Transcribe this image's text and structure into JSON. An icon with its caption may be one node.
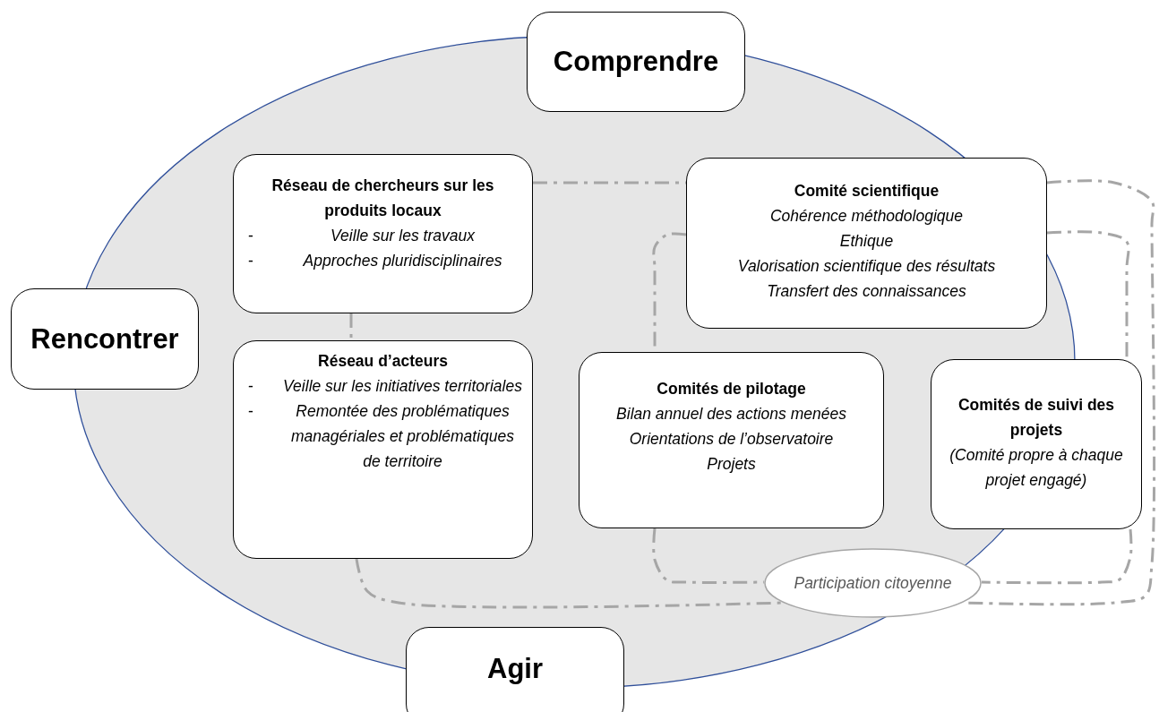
{
  "diagram": {
    "nodes": [
      {
        "text": [
          "Comprendre"
        ]
      },
      {
        "text": [
          "Réseau de chercheurs sur les produits locaux",
          "-",
          "Veille sur les travaux",
          "-",
          "Approches pluridisciplinaires"
        ]
      },
      {
        "text": [
          "Comité scientifique",
          "Cohérence méthodologique",
          "Ethique",
          "Valorisation scientifique des résultats",
          "Transfert des connaissances"
        ]
      },
      {
        "text": [
          "Rencontrer"
        ]
      },
      {
        "text": [
          "Réseau d’acteurs",
          "-",
          "Veille sur les initiatives territoriales",
          "-",
          "Remontée des problématiques managériales et problématiques de territoire"
        ]
      },
      {
        "text": [
          "Comités de pilotage",
          "Bilan annuel des actions menées",
          "Orientations de l’observatoire",
          "Projets"
        ]
      },
      {
        "text": [
          "Comités de suivi des projets",
          "(Comité propre à chaque projet engagé)"
        ]
      },
      {
        "text": [
          "Participation citoyenne"
        ]
      },
      {
        "text": [
          "Agir"
        ]
      }
    ],
    "edges": [
      {
        "from": 1,
        "to": 2,
        "arrow": "none",
        "style": "dashed"
      },
      {
        "from": 1,
        "to": 4,
        "arrow": "none",
        "style": "dashed"
      },
      {
        "from": 2,
        "to": 5,
        "arrow": "none",
        "style": "dashed"
      },
      {
        "from": 2,
        "to": 6,
        "arrow": "none",
        "style": "dashed"
      },
      {
        "from": 2,
        "to": 7,
        "arrow": "none",
        "style": "dashed"
      },
      {
        "from": 4,
        "to": 7,
        "arrow": "none",
        "style": "dashed"
      },
      {
        "from": 5,
        "to": 7,
        "arrow": "none",
        "style": "dashed"
      },
      {
        "from": 6,
        "to": 7,
        "arrow": "none",
        "style": "dashed"
      }
    ]
  }
}
